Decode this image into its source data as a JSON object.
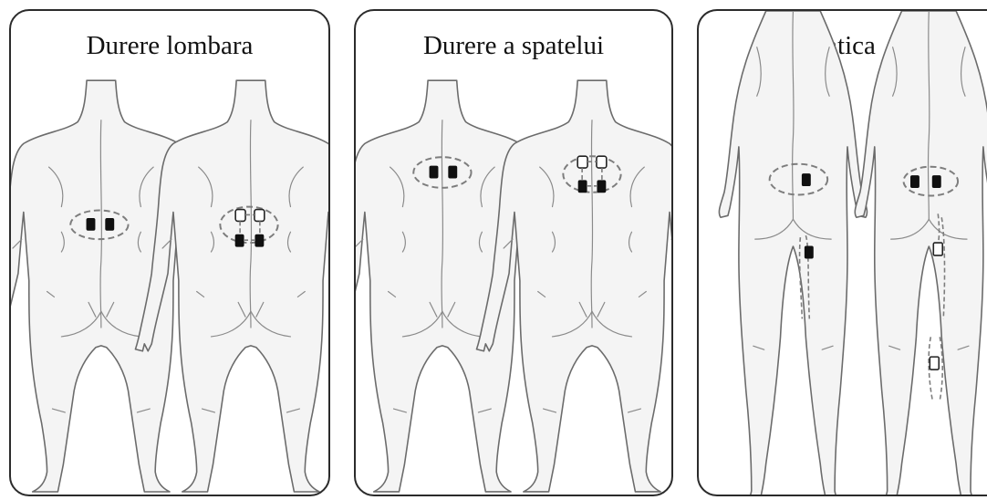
{
  "panels": [
    {
      "title": "Durere lombara"
    },
    {
      "title": "Durere a spatelui"
    },
    {
      "title": "Sciatica"
    }
  ],
  "legend": {
    "pad_active_color": "#101010",
    "pad_outline_color": "#222222"
  }
}
